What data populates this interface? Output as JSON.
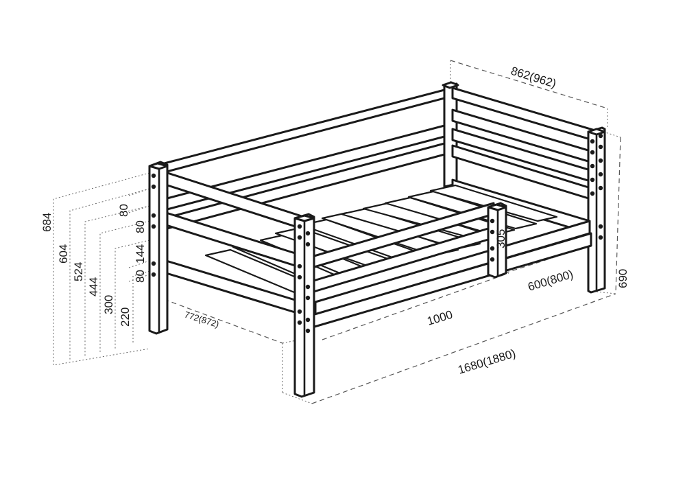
{
  "drawing": {
    "subject": "bed-frame-isometric",
    "dimensions": {
      "top_width": "862(962)",
      "head_height": "690",
      "side_depth": "600(800)",
      "rail_length": "1000",
      "total_length": "1680(1880)",
      "front_depth": "772(872)",
      "guard_height": "305",
      "h_684": "684",
      "h_604": "604",
      "h_524": "524",
      "h_444": "444",
      "h_300": "300",
      "h_220": "220",
      "gap_80_top": "80",
      "gap_80_mid": "80",
      "gap_144": "144",
      "gap_80_low": "80"
    }
  }
}
